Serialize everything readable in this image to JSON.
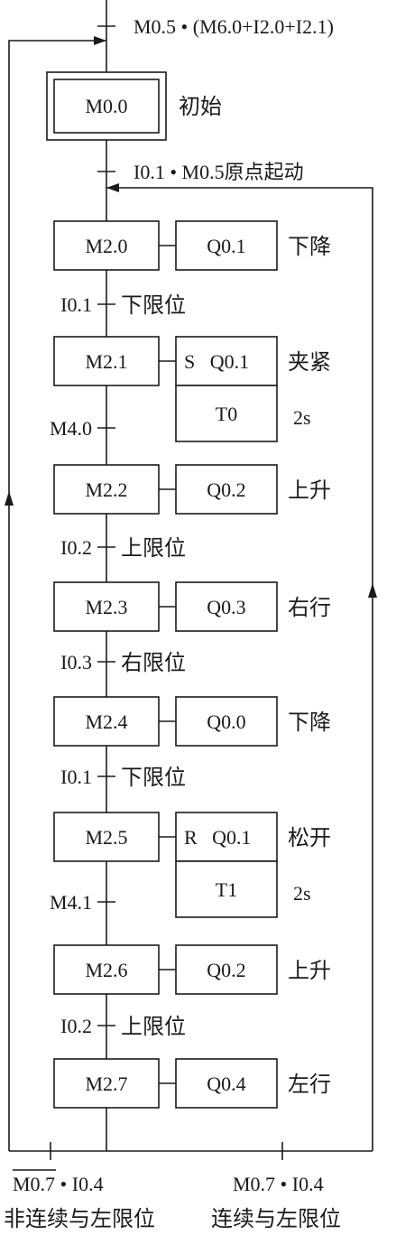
{
  "initial_step": {
    "step": "M0.0",
    "label": "初始",
    "entry_condition": "M0.5 • (M6.0+I2.0+I2.1)"
  },
  "start_condition": "I0.1 • M0.5原点起动",
  "steps": [
    {
      "step": "M2.0",
      "action": "Q0.1",
      "label": "下降"
    },
    {
      "step": "M2.1",
      "action": "S   Q0.1",
      "label": "夹紧",
      "timer": "T0",
      "time": "2s"
    },
    {
      "step": "M2.2",
      "action": "Q0.2",
      "label": "上升"
    },
    {
      "step": "M2.3",
      "action": "Q0.3",
      "label": "右行"
    },
    {
      "step": "M2.4",
      "action": "Q0.0",
      "label": "下降"
    },
    {
      "step": "M2.5",
      "action": "R   Q0.1",
      "label": "松开",
      "timer": "T1",
      "time": "2s"
    },
    {
      "step": "M2.6",
      "action": "Q0.2",
      "label": "上升"
    },
    {
      "step": "M2.7",
      "action": "Q0.4",
      "label": "左行"
    }
  ],
  "transitions": [
    {
      "text": "I0.1",
      "label": "下限位"
    },
    {
      "text": "M4.0",
      "label": ""
    },
    {
      "text": "I0.2",
      "label": "上限位"
    },
    {
      "text": "I0.3",
      "label": "右限位"
    },
    {
      "text": "I0.1",
      "label": "下限位"
    },
    {
      "text": "M4.1",
      "label": ""
    },
    {
      "text": "I0.2",
      "label": "上限位"
    }
  ],
  "bottom": {
    "left_condition": "M0.7 • I0.4",
    "left_caption": "非连续与左限位",
    "right_condition": "M0.7 • I0.4",
    "right_caption": "连续与左限位"
  }
}
